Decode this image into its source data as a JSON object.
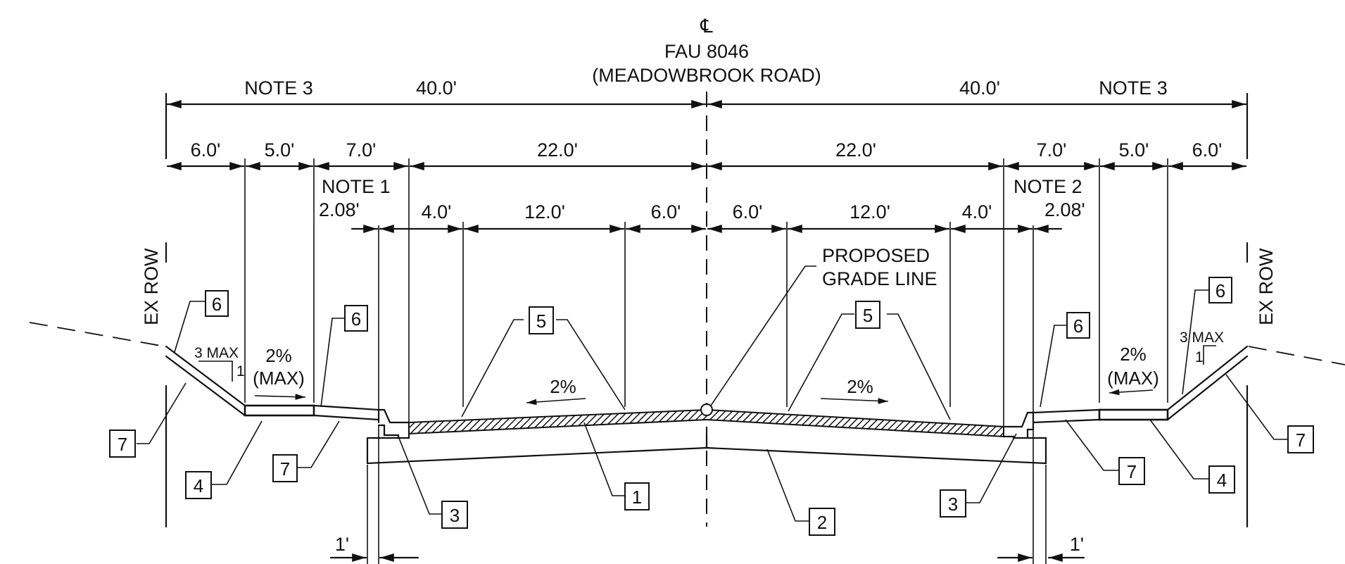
{
  "centerline": {
    "symbol": "℄",
    "route": "FAU 8046",
    "road_name": "(MEADOWBROOK ROAD)"
  },
  "top_dims": {
    "left_note": "NOTE 3",
    "left_half": "40.0'",
    "right_half": "40.0'",
    "right_note": "NOTE 3"
  },
  "second_dims": {
    "left": [
      "6.0'",
      "5.0'",
      "7.0'",
      "22.0'"
    ],
    "right": [
      "22.0'",
      "7.0'",
      "5.0'",
      "6.0'"
    ]
  },
  "notes": {
    "note1": "NOTE 1",
    "note2": "NOTE 2",
    "gutter_left": "2.08'",
    "gutter_right": "2.08'"
  },
  "third_dims": {
    "left": [
      "4.0'",
      "12.0'",
      "6.0'"
    ],
    "right": [
      "6.0'",
      "12.0'",
      "4.0'"
    ]
  },
  "labels": {
    "ex_row_left": "EX ROW",
    "ex_row_right": "EX ROW",
    "proposed_line1": "PROPOSED",
    "proposed_line2": "GRADE LINE",
    "slope_left": "2%",
    "slope_right": "2%",
    "sw_slope_left": "2%",
    "sw_max_left": "(MAX)",
    "sw_slope_right": "2%",
    "sw_max_right": "(MAX)",
    "ratio_left": "3 MAX",
    "ratio_left_one": "1",
    "ratio_right": "3 MAX",
    "ratio_right_one": "1",
    "offset_left": "1'",
    "offset_right": "1'"
  },
  "callouts": {
    "c1": "1",
    "c2": "2",
    "c3_left": "3",
    "c3_right": "3",
    "c4_left": "4",
    "c4_right": "4",
    "c5_left": "5",
    "c5_right": "5",
    "c6_left_top": "6",
    "c6_left_mid": "6",
    "c6_right_mid": "6",
    "c6_right_top": "6",
    "c7_left_outer": "7",
    "c7_left_inner": "7",
    "c7_right_inner": "7",
    "c7_right_outer": "7"
  }
}
